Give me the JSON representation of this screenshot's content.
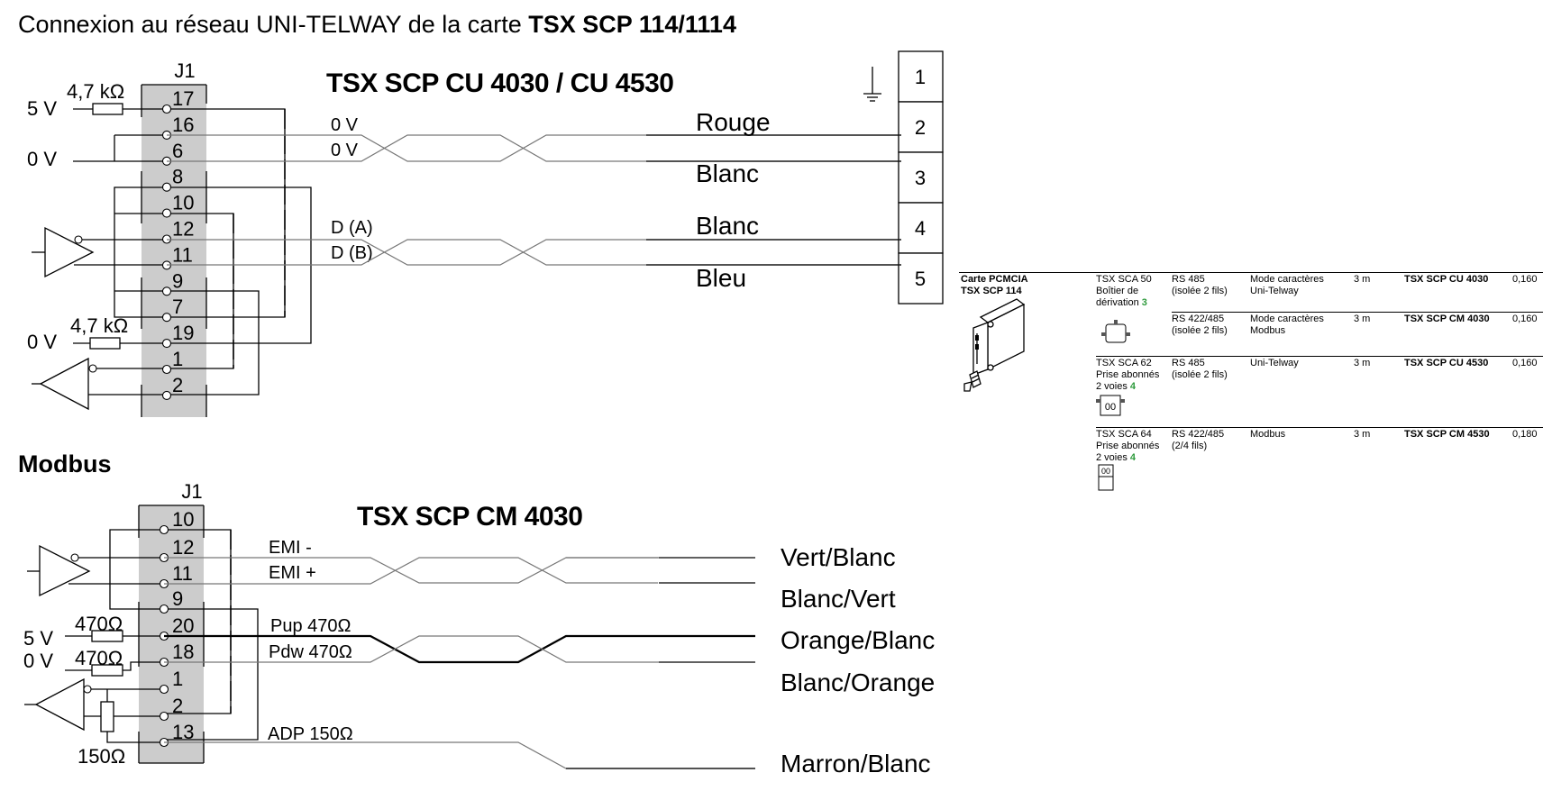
{
  "page": {
    "title_prefix": "Connexion au réseau UNI-TELWAY de la carte ",
    "title_bold": "TSX SCP 114/1114"
  },
  "unitelway": {
    "connector": "J1",
    "model": "TSX SCP CU 4030 / CU 4530",
    "pins": [
      "17",
      "16",
      "6",
      "8",
      "10",
      "12",
      "11",
      "9",
      "7",
      "19",
      "1",
      "2"
    ],
    "left_labels": {
      "v5": "5 V",
      "v0_top": "0 V",
      "v0_bottom": "0 V",
      "r_top": "4,7 kΩ",
      "r_bottom": "4,7 kΩ"
    },
    "signals": [
      "0 V",
      "0 V",
      "D (A)",
      "D (B)"
    ],
    "wire_colors": [
      "Rouge",
      "Blanc",
      "Blanc",
      "Bleu"
    ],
    "terminals": [
      "1",
      "2",
      "3",
      "4",
      "5"
    ]
  },
  "modbus": {
    "section_title": "Modbus",
    "connector": "J1",
    "model": "TSX SCP CM 4030",
    "pins": [
      "10",
      "12",
      "11",
      "9",
      "20",
      "18",
      "1",
      "2",
      "13"
    ],
    "left_labels": {
      "v5": "5 V",
      "v0": "0 V",
      "r_pup": "470Ω",
      "r_pdw": "470Ω",
      "r_adp": "150Ω"
    },
    "signals": [
      "EMI -",
      "EMI +",
      "Pup 470Ω",
      "Pdw 470Ω",
      "ADP 150Ω"
    ],
    "wire_colors": [
      "Vert/Blanc",
      "Blanc/Vert",
      "Orange/Blanc",
      "Blanc/Orange",
      "Marron/Blanc"
    ]
  },
  "product_table": {
    "product": {
      "name": "Carte PCMCIA",
      "ref": "TSX SCP 114"
    },
    "rows": [
      {
        "accessory": [
          "TSX SCA 50",
          "Boîtier de",
          "dérivation"
        ],
        "note": "3",
        "icon": "junction-box-icon",
        "physical": [
          "RS 485",
          "(isolée 2 fils)"
        ],
        "protocol": [
          "Mode caractères",
          "Uni-Telway"
        ],
        "length": "3 m",
        "reference": "TSX SCP CU 4030",
        "weight": "0,160"
      },
      {
        "accessory": [],
        "note": "",
        "icon": "",
        "physical": [
          "RS 422/485",
          "(isolée 2 fils)"
        ],
        "protocol": [
          "Mode caractères",
          "Modbus"
        ],
        "length": "3 m",
        "reference": "TSX SCP CM 4030",
        "weight": "0,160"
      },
      {
        "accessory": [
          "TSX SCA 62",
          "Prise abonnés",
          "2 voies"
        ],
        "note": "4",
        "icon": "subscriber-socket-icon",
        "physical": [
          "RS 485",
          "(isolée 2 fils)"
        ],
        "protocol": [
          "Uni-Telway"
        ],
        "length": "3 m",
        "reference": "TSX SCP CU 4530",
        "weight": "0,160"
      },
      {
        "accessory": [
          "TSX SCA 64",
          "Prise abonnés",
          "2 voies"
        ],
        "note": "4",
        "icon": "subscriber-socket-icon",
        "physical": [
          "RS 422/485",
          "(2/4 fils)"
        ],
        "protocol": [
          "Modbus"
        ],
        "length": "3 m",
        "reference": "TSX SCP CM 4530",
        "weight": "0,180"
      }
    ]
  }
}
